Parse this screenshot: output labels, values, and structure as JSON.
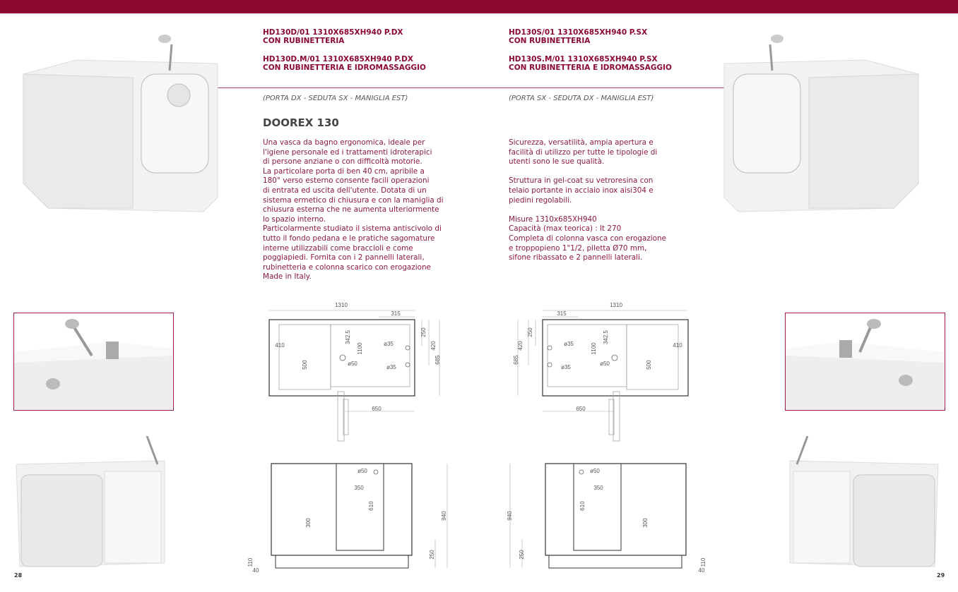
{
  "header": {
    "accent": "#8c0a32"
  },
  "left": {
    "codes": [
      {
        "code": "HD130D/01 1310X685XH940  P.DX",
        "desc": "CON RUBINETTERIA"
      },
      {
        "code": "HD130D.M/01 1310X685XH940  P.DX",
        "desc": "CON RUBINETTERIA E IDROMASSAGGIO"
      }
    ],
    "note": "(PORTA DX - SEDUTA SX - MANIGLIA EST)",
    "title": "DOOREX 130",
    "body": "Una vasca da bagno ergonomica, ideale per\nl'igiene personale ed i trattamenti idroterapici\ndi persone anziane o con difficoltà motorie.\nLa particolare porta di ben 40 cm, apribile a\n180° verso esterno consente facili operazioni\ndi entrata ed uscita dell'utente. Dotata di un\nsistema ermetico di chiusura e con la maniglia di\nchiusura esterna che ne aumenta ulteriormente\nlo spazio interno.\nParticolarmente studiato il sistema antiscivolo di\ntutto il fondo pedana e le pratiche sagomature\ninterne utilizzabili come braccioli e come\npoggiapiedi. Fornita con i 2 pannelli laterali,\nrubinetteria e colonna scarico con erogazione\nMade in Italy.",
    "page_number": "28"
  },
  "right": {
    "codes": [
      {
        "code": "HD130S/01 1310X685XH940  P.SX",
        "desc": "CON RUBINETTERIA"
      },
      {
        "code": "HD130S.M/01 1310X685XH940  P.SX",
        "desc": "CON RUBINETTERIA E IDROMASSAGGIO"
      }
    ],
    "note": "(PORTA SX - SEDUTA DX - MANIGLIA EST)",
    "body": "Sicurezza, versatilità, ampia apertura e\nfacilità di utilizzo per tutte le tipologie di\nutenti sono le sue qualità.\n\nStruttura in gel-coat su vetroresina con\ntelaio portante in acciaio inox aisi304 e\npiedini regolabili.\n\nMisure 1310x685XH940\nCapacità (max teorica) : lt 270\nCompleta di colonna vasca con erogazione\ne troppopieno 1\"1/2, piletta Ø70 mm,\nsifone ribassato e 2 pannelli laterali.",
    "page_number": "29"
  },
  "drawings": {
    "plan": {
      "length": "1310",
      "seat_offset": "315",
      "d1": "250",
      "d2": "420",
      "width": "685",
      "basin_len": "410",
      "basin_w": "500",
      "d342": "342.5",
      "d1100": "1100",
      "tap1": "ø35",
      "tap2": "ø35",
      "drain": "ø50",
      "door_offset": "650"
    },
    "elevation": {
      "door_w": "350",
      "door_h": "610",
      "seat_h": "300",
      "height": "940",
      "sill": "250",
      "base": "110",
      "foot": "40",
      "drain": "ø50"
    }
  }
}
